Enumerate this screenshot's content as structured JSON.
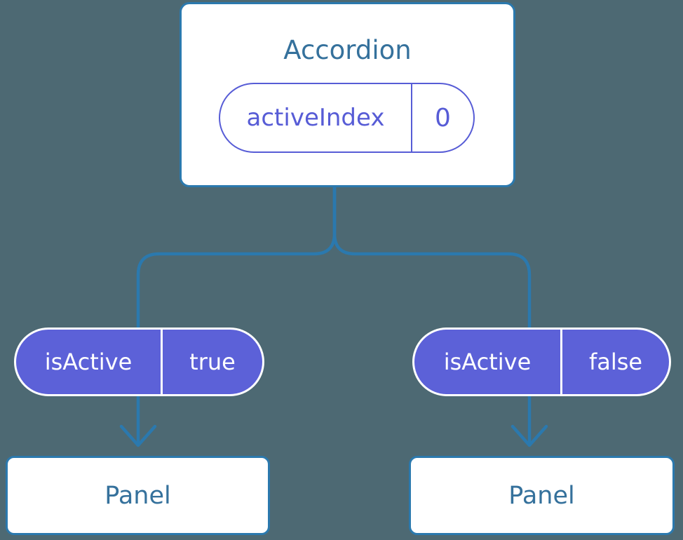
{
  "canvas": {
    "background": "#4d6973"
  },
  "colors": {
    "background": "#4d6973",
    "connector_blue": "#2b79ae",
    "node_text_blue": "#35719c",
    "prop_purple_outline": "#575cd6",
    "prop_purple_fill": "#5c61d8",
    "card_white": "#ffffff"
  },
  "diagram": {
    "root": {
      "title": "Accordion",
      "state": {
        "name": "activeIndex",
        "value": "0"
      }
    },
    "branches": [
      {
        "prop": {
          "name": "isActive",
          "value": "true"
        },
        "child": {
          "title": "Panel"
        }
      },
      {
        "prop": {
          "name": "isActive",
          "value": "false"
        },
        "child": {
          "title": "Panel"
        }
      }
    ]
  }
}
